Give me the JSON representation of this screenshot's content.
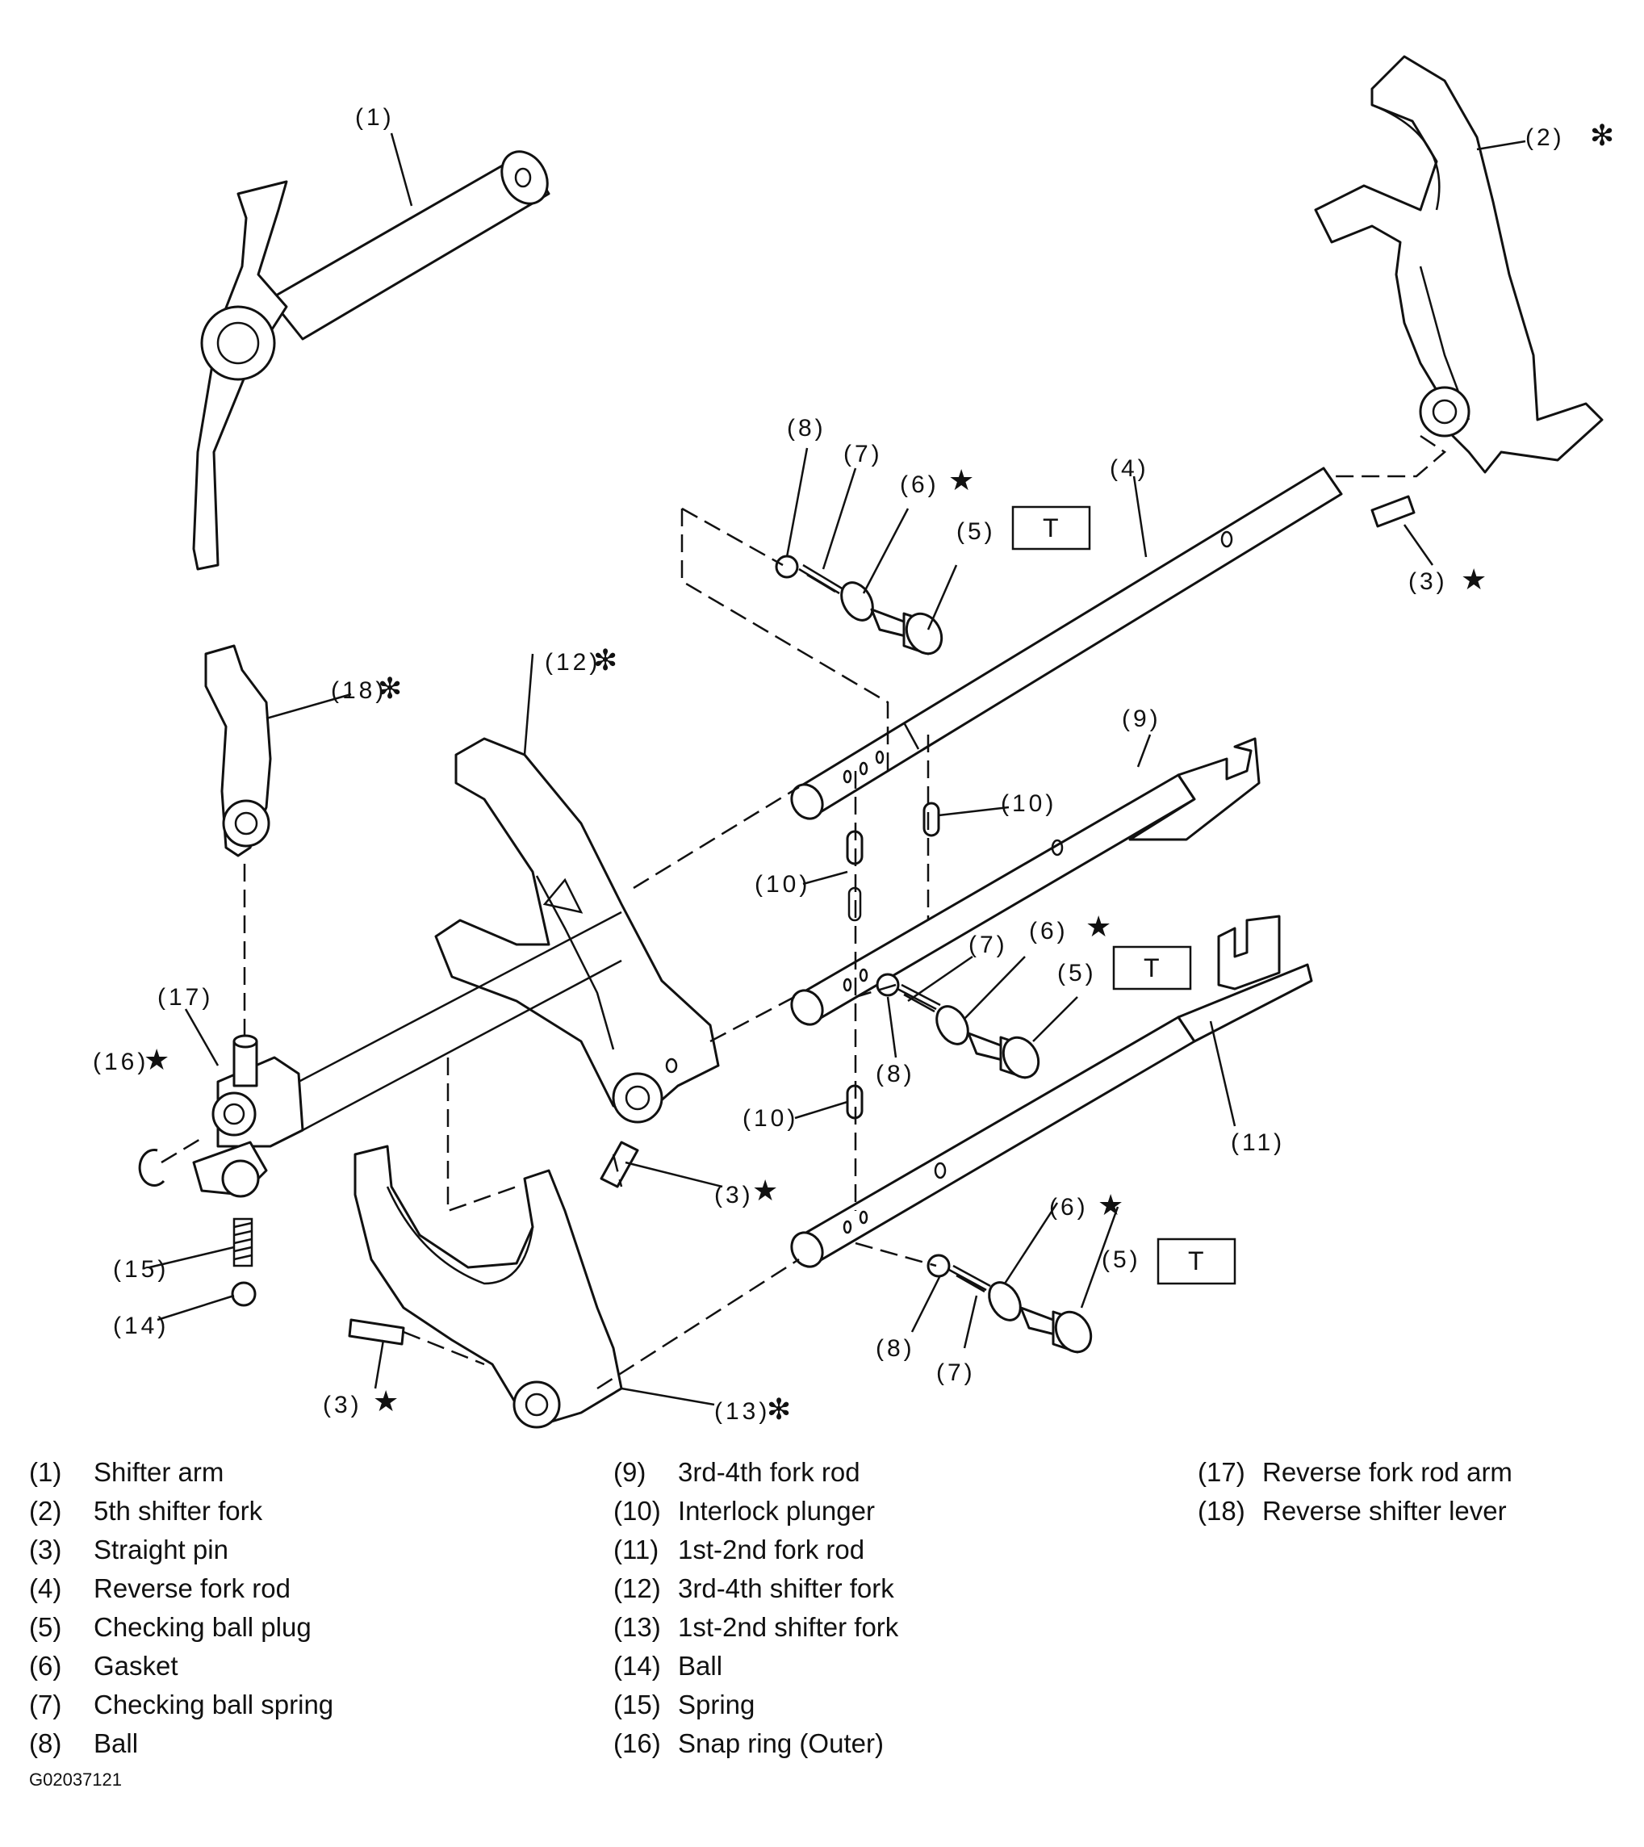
{
  "figure_code": "G02037121",
  "torque_mark": "T",
  "star_mark": "★",
  "asterisk_mark": "✻",
  "callouts": {
    "c1": "(1)",
    "c2": "(2)",
    "c3a": "(3)",
    "c3b": "(3)",
    "c3c": "(3)",
    "c4": "(4)",
    "c5a": "(5)",
    "c5b": "(5)",
    "c5c": "(5)",
    "c6a": "(6)",
    "c6b": "(6)",
    "c6c": "(6)",
    "c7a": "(7)",
    "c7b": "(7)",
    "c7c": "(7)",
    "c8a": "(8)",
    "c8b": "(8)",
    "c8c": "(8)",
    "c9": "(9)",
    "c10a": "(10)",
    "c10b": "(10)",
    "c10c": "(10)",
    "c11": "(11)",
    "c12": "(12)",
    "c13": "(13)",
    "c14": "(14)",
    "c15": "(15)",
    "c16": "(16)",
    "c17": "(17)",
    "c18": "(18)"
  },
  "legend": {
    "col1": [
      {
        "num": "(1)",
        "name": "Shifter arm"
      },
      {
        "num": "(2)",
        "name": "5th shifter fork"
      },
      {
        "num": "(3)",
        "name": "Straight pin"
      },
      {
        "num": "(4)",
        "name": "Reverse fork rod"
      },
      {
        "num": "(5)",
        "name": "Checking ball plug"
      },
      {
        "num": "(6)",
        "name": "Gasket"
      },
      {
        "num": "(7)",
        "name": "Checking ball spring"
      },
      {
        "num": "(8)",
        "name": "Ball"
      }
    ],
    "col2": [
      {
        "num": "(9)",
        "name": "3rd-4th fork rod"
      },
      {
        "num": "(10)",
        "name": "Interlock plunger"
      },
      {
        "num": "(11)",
        "name": "1st-2nd fork rod"
      },
      {
        "num": "(12)",
        "name": "3rd-4th shifter fork"
      },
      {
        "num": "(13)",
        "name": "1st-2nd shifter fork"
      },
      {
        "num": "(14)",
        "name": "Ball"
      },
      {
        "num": "(15)",
        "name": "Spring"
      },
      {
        "num": "(16)",
        "name": "Snap ring (Outer)"
      }
    ],
    "col3": [
      {
        "num": "(17)",
        "name": "Reverse fork rod arm"
      },
      {
        "num": "(18)",
        "name": "Reverse shifter lever"
      }
    ]
  }
}
